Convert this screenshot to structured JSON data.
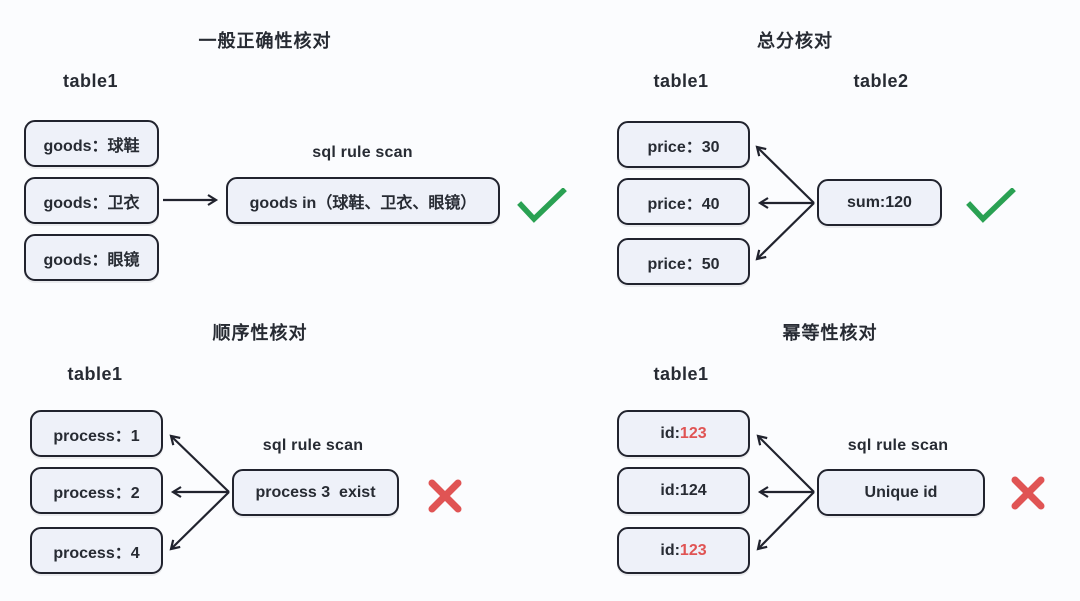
{
  "colors": {
    "background": "#fbfcfe",
    "box_fill": "#eef1f9",
    "box_border": "#21232e",
    "text": "#272b33",
    "pass_green": "#2aa153",
    "fail_red": "#e05454"
  },
  "quadrants": [
    {
      "title": "一般正确性核对",
      "table1_label": "table1",
      "rows": [
        "goods：球鞋",
        "goods：卫衣",
        "goods：眼镜"
      ],
      "scan_label": "sql rule scan",
      "rule_text": "goods in（球鞋、卫衣、眼镜）",
      "result": "pass"
    },
    {
      "title": "总分核对",
      "table1_label": "table1",
      "table2_label": "table2",
      "rows": [
        "price：30",
        "price：40",
        "price：50"
      ],
      "rule_text": "sum:120",
      "result": "pass"
    },
    {
      "title": "顺序性核对",
      "table1_label": "table1",
      "rows": [
        "process：1",
        "process：2",
        "process：4"
      ],
      "scan_label": "sql rule scan",
      "rule_text": "process 3  exist",
      "result": "fail"
    },
    {
      "title": "幂等性核对",
      "table1_label": "table1",
      "rows": [
        {
          "label": "id:",
          "value": "123",
          "value_color": "#e05454"
        },
        {
          "label": "id:",
          "value": "124",
          "value_color": "#272b33"
        },
        {
          "label": "id:",
          "value": "123",
          "value_color": "#e05454"
        }
      ],
      "scan_label": "sql rule scan",
      "rule_text": "Unique id",
      "result": "fail"
    }
  ]
}
